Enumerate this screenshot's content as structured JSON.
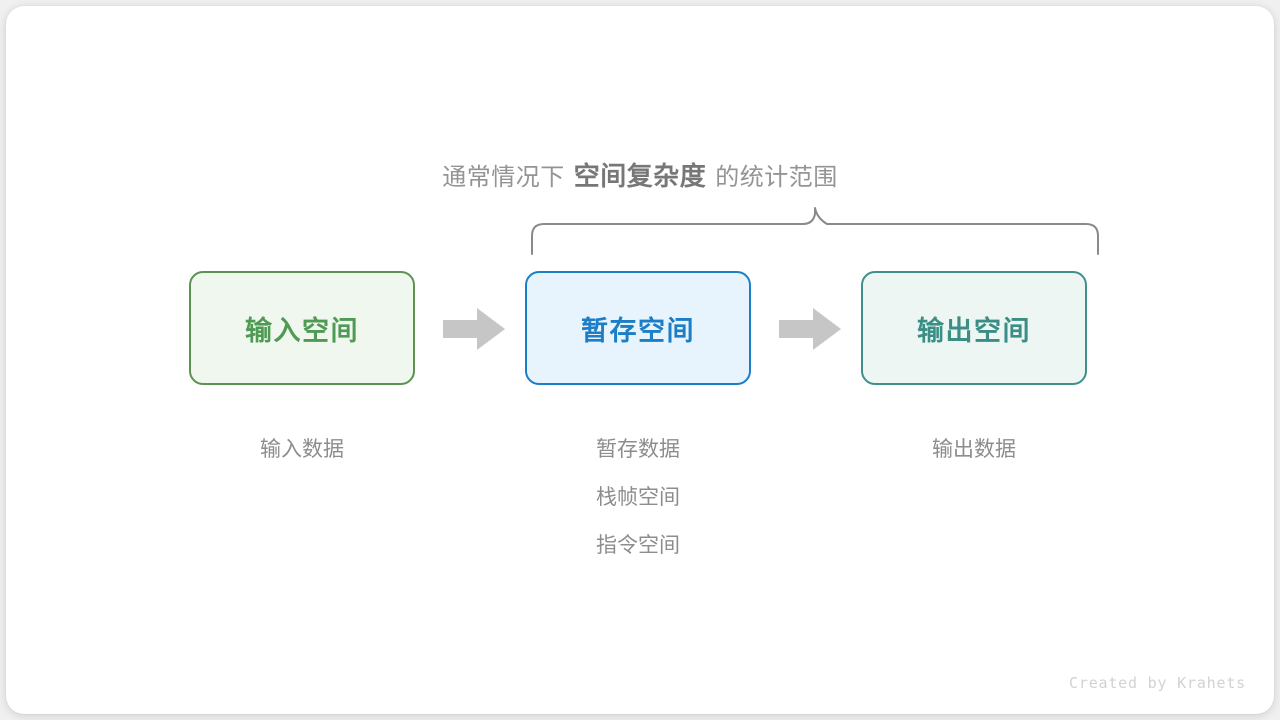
{
  "scope_title": {
    "lead": "通常情况下",
    "emphasis": "空间复杂度",
    "tail": "的统计范围"
  },
  "colors": {
    "page_background": "#f0f0f0",
    "card_background": "#ffffff",
    "input_border": "#5b9350",
    "input_fill": "#f0f7ee",
    "input_text": "#4f9a54",
    "buffer_border": "#1b7ec7",
    "buffer_fill": "#e8f4fd",
    "buffer_text": "#1b7ec7",
    "output_border": "#3d9189",
    "output_fill": "#eef6f4",
    "output_text": "#3a8e86",
    "arrow": "#c6c6c6",
    "brace": "#8a8a8a",
    "muted_text": "#8d8d8d",
    "credit_text": "#d2d2d2"
  },
  "flow": {
    "stages": [
      {
        "key": "input",
        "box_label": "输入空间",
        "captions": [
          "输入数据"
        ]
      },
      {
        "key": "buffer",
        "box_label": "暂存空间",
        "captions": [
          "暂存数据",
          "栈帧空间",
          "指令空间"
        ]
      },
      {
        "key": "output",
        "box_label": "输出空间",
        "captions": [
          "输出数据"
        ]
      }
    ],
    "arrows": [
      {
        "key": "arrow-1",
        "icon": "right-arrow-icon"
      },
      {
        "key": "arrow-2",
        "icon": "right-arrow-icon"
      }
    ]
  },
  "brace": {
    "icon": "curly-brace-icon",
    "covers": [
      "暂存空间",
      "输出空间"
    ]
  },
  "credit": "Created by Krahets"
}
